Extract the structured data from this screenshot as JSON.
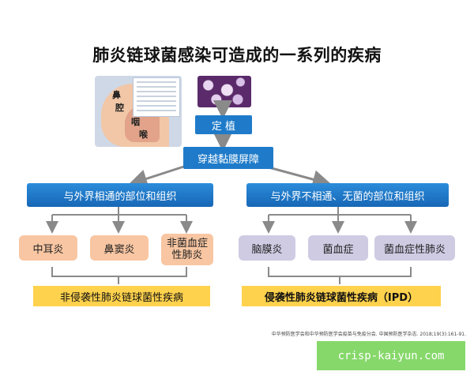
{
  "title": "肺炎链球菌感染可造成的一系列的疾病",
  "illustration": {
    "labels": {
      "nose": "鼻",
      "cavity": "腔",
      "pharynx1": "咽",
      "pharynx2": "喉"
    }
  },
  "nodes": {
    "colonize": "定 植",
    "mucosa": "穿越黏膜屏障",
    "left_branch": "与外界相通的部位和组织",
    "right_branch": "与外界不相通、无菌的部位和组织"
  },
  "left_diseases": [
    "中耳炎",
    "鼻窦炎",
    "非菌血症\n性肺炎"
  ],
  "right_diseases": [
    "脑膜炎",
    "菌血症",
    "菌血症性肺炎"
  ],
  "groups": {
    "non_invasive": "非侵袭性肺炎链球菌性疾病",
    "invasive": "侵袭性肺炎链球菌性疾病（IPD）"
  },
  "reference": "中华预防医学会和中华预防医学会疫苗与免疫分会. 中国预防医学杂志. 2018;19(3):161-91.",
  "watermark": "crisp-kaiyun.com",
  "colors": {
    "blue": "#1f7bc9",
    "orange": "#f8c6a2",
    "purple": "#cfcbe3",
    "yellow": "#ffd24d",
    "watermark_bg": "#86d86a"
  }
}
